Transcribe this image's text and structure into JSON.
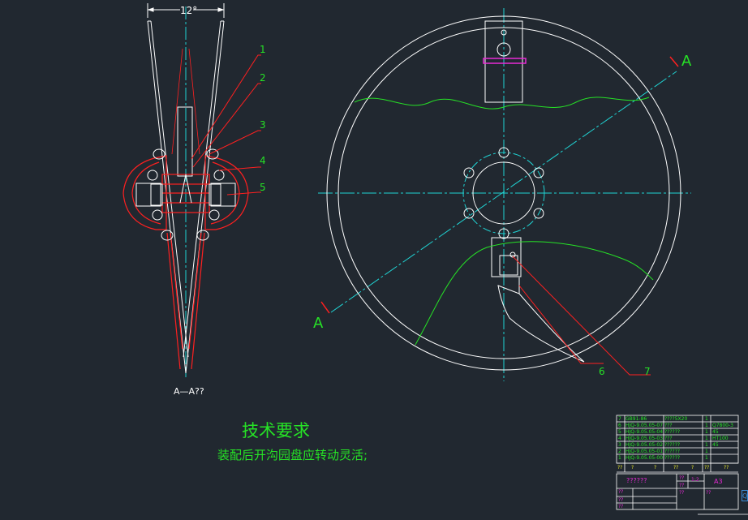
{
  "section_view": {
    "angle_label": "12°",
    "caption": "A—A??"
  },
  "part_callouts": [
    "1",
    "2",
    "3",
    "4",
    "5",
    "6",
    "7"
  ],
  "section_marks": {
    "top": "A",
    "bottom": "A"
  },
  "tech_requirements": {
    "title": "技术要求",
    "note": "装配后开沟园盘应转动灵活;"
  },
  "bom_rows": [
    {
      "no": "7",
      "code": "GB91-86",
      "name": "????5X20",
      "qty": "1",
      "material": ""
    },
    {
      "no": "6",
      "code": "HJQ-9.05.05-07",
      "name": "???",
      "qty": "1",
      "material": "Q7800-3"
    },
    {
      "no": "5",
      "code": "HJQ-9.05.05-04",
      "name": "??????",
      "qty": "1",
      "material": "45"
    },
    {
      "no": "4",
      "code": "HJQ-9.05.05-03",
      "name": "???",
      "qty": "1",
      "material": "HT100"
    },
    {
      "no": "3",
      "code": "HJQ-9.05.05-02",
      "name": "??????",
      "qty": "1",
      "material": "45"
    },
    {
      "no": "2",
      "code": "HJQ-9.05.05-01",
      "name": "??????",
      "qty": "1",
      "material": ""
    },
    {
      "no": "1",
      "code": "HJQ-9.05.05-00",
      "name": "??????",
      "qty": "1",
      "material": ""
    }
  ],
  "bom_header": [
    "??",
    "?",
    "?",
    "??",
    "?",
    "??",
    "??"
  ],
  "title_block": {
    "name": "??????",
    "scale_label": "??",
    "scale": "1:2",
    "sheet": "A3",
    "marks": [
      "??",
      "??",
      "??",
      "??",
      "??",
      "??"
    ]
  },
  "colors": {
    "background": "#212830",
    "outline": "#ffffff",
    "centerline": "#20d4d4",
    "leader": "#ff2020",
    "green": "#26e226",
    "magenta": "#e82ad6",
    "yellow": "#e8e82a"
  },
  "viewer": {
    "side_button": "Q"
  }
}
